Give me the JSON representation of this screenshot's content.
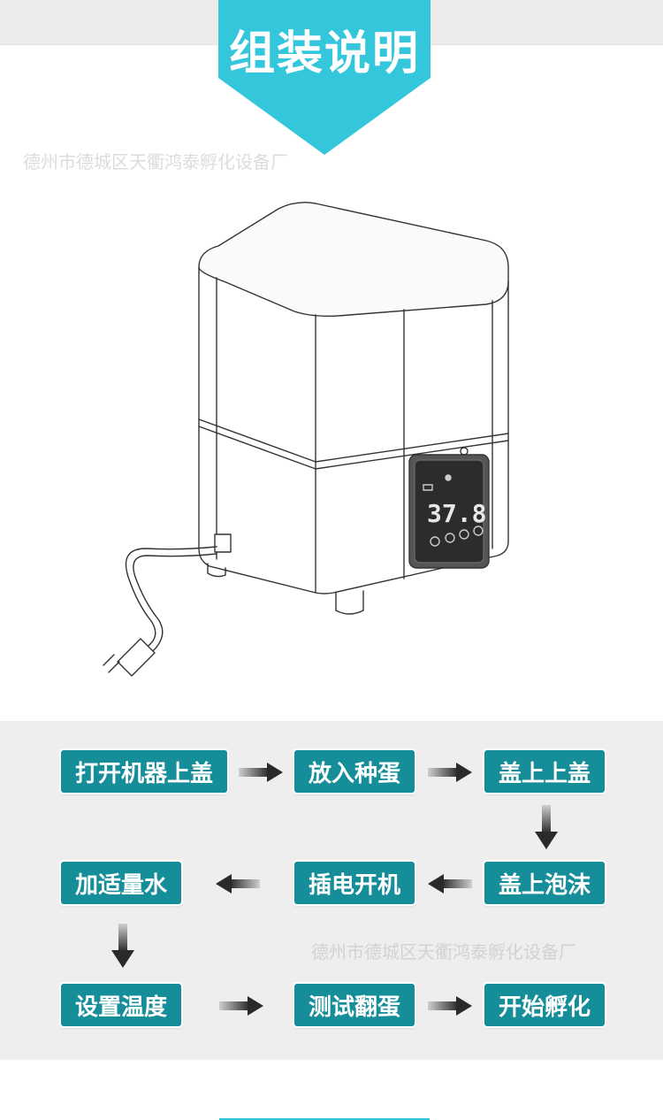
{
  "header": {
    "title": "组装说明",
    "badge_color": "#34c6da"
  },
  "watermark": "德州市德城区天衢鸿泰孵化设备厂",
  "device_display": {
    "temperature": "37.8"
  },
  "steps": [
    {
      "label": "打开机器上盖"
    },
    {
      "label": "放入种蛋"
    },
    {
      "label": "盖上上盖"
    },
    {
      "label": "盖上泡沫"
    },
    {
      "label": "插电开机"
    },
    {
      "label": "加适量水"
    },
    {
      "label": "设置温度"
    },
    {
      "label": "测试翻蛋"
    },
    {
      "label": "开始孵化"
    }
  ],
  "colors": {
    "step_bg": "#158e9a",
    "panel_bg": "#efeeee",
    "accent": "#34c6da"
  }
}
